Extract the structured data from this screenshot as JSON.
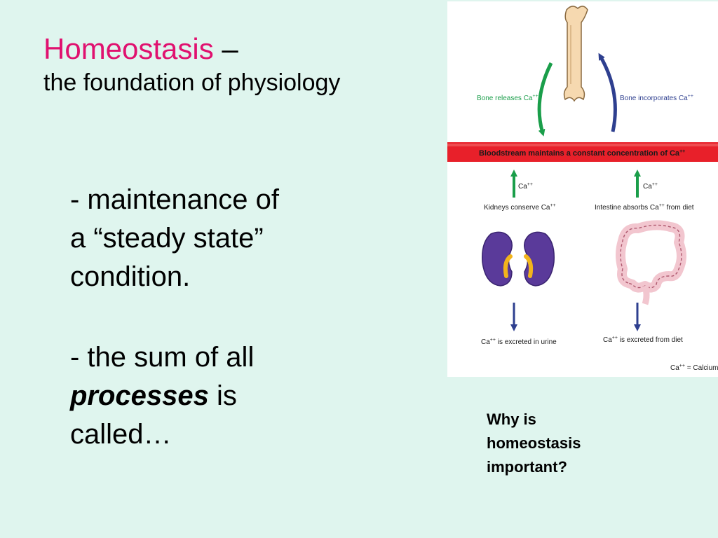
{
  "title": {
    "accent": "Homeostasis",
    "dash": " –",
    "subtitle": "the foundation of physiology"
  },
  "body": {
    "p1": [
      "- maintenance of",
      "a “steady state”",
      "condition."
    ],
    "p2_line1": "- the sum of all",
    "p2_emphasis": "processes",
    "p2_after": " is",
    "p2_line3": "called…"
  },
  "figure": {
    "bone_releases": "Bone releases Ca",
    "bone_incorporates": "Bone incorporates Ca",
    "bloodstream": "Bloodstream maintains a constant concentration of Ca",
    "ca_left": "Ca",
    "ca_right": "Ca",
    "kidneys": "Kidneys conserve Ca",
    "intestine": "Intestine absorbs Ca",
    "intestine_suffix": " from diet",
    "urine_prefix": "Ca",
    "urine_suffix": " is excreted in urine",
    "diet_prefix": "Ca",
    "diet_suffix": " is excreted from diet",
    "key_prefix": "Ca",
    "key_suffix": " = Calcium",
    "superscript": "++",
    "colors": {
      "green_arrow": "#1a9e4a",
      "navy_arrow": "#2e3f8f",
      "band": "#e8202a",
      "kidney": "#5a3a9a",
      "ureter": "#f2b41c",
      "intestine": "#f2c6cf"
    }
  },
  "question": [
    "Why is",
    "homeostasis",
    "important?"
  ]
}
